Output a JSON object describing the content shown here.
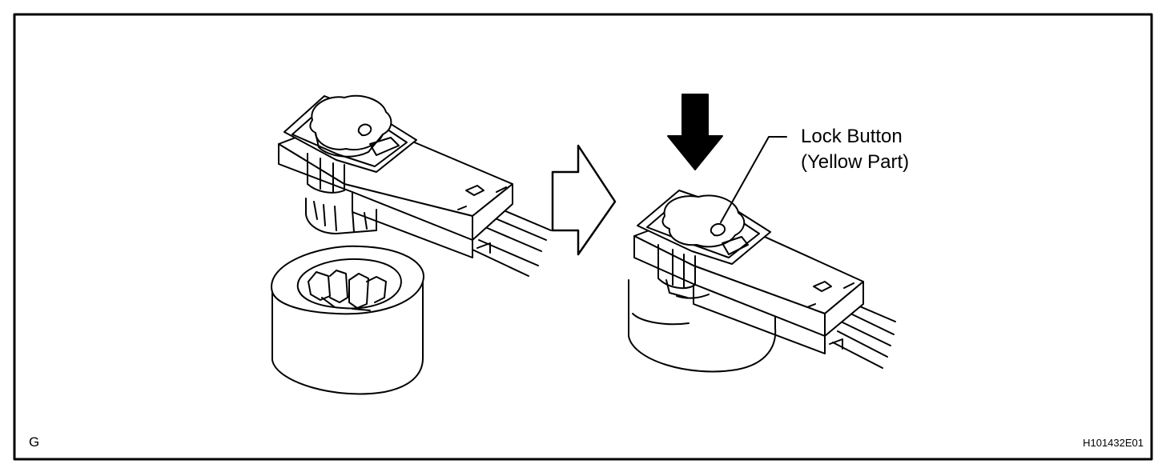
{
  "callout": {
    "line1": "Lock Button",
    "line2": "(Yellow Part)"
  },
  "corner_code": "G",
  "figure_id": "H101432E01",
  "icons": {
    "step_arrow": "hollow-right-arrow-icon",
    "press_arrow": "solid-down-arrow-icon"
  },
  "colors": {
    "line": "#000000",
    "background": "#ffffff"
  }
}
